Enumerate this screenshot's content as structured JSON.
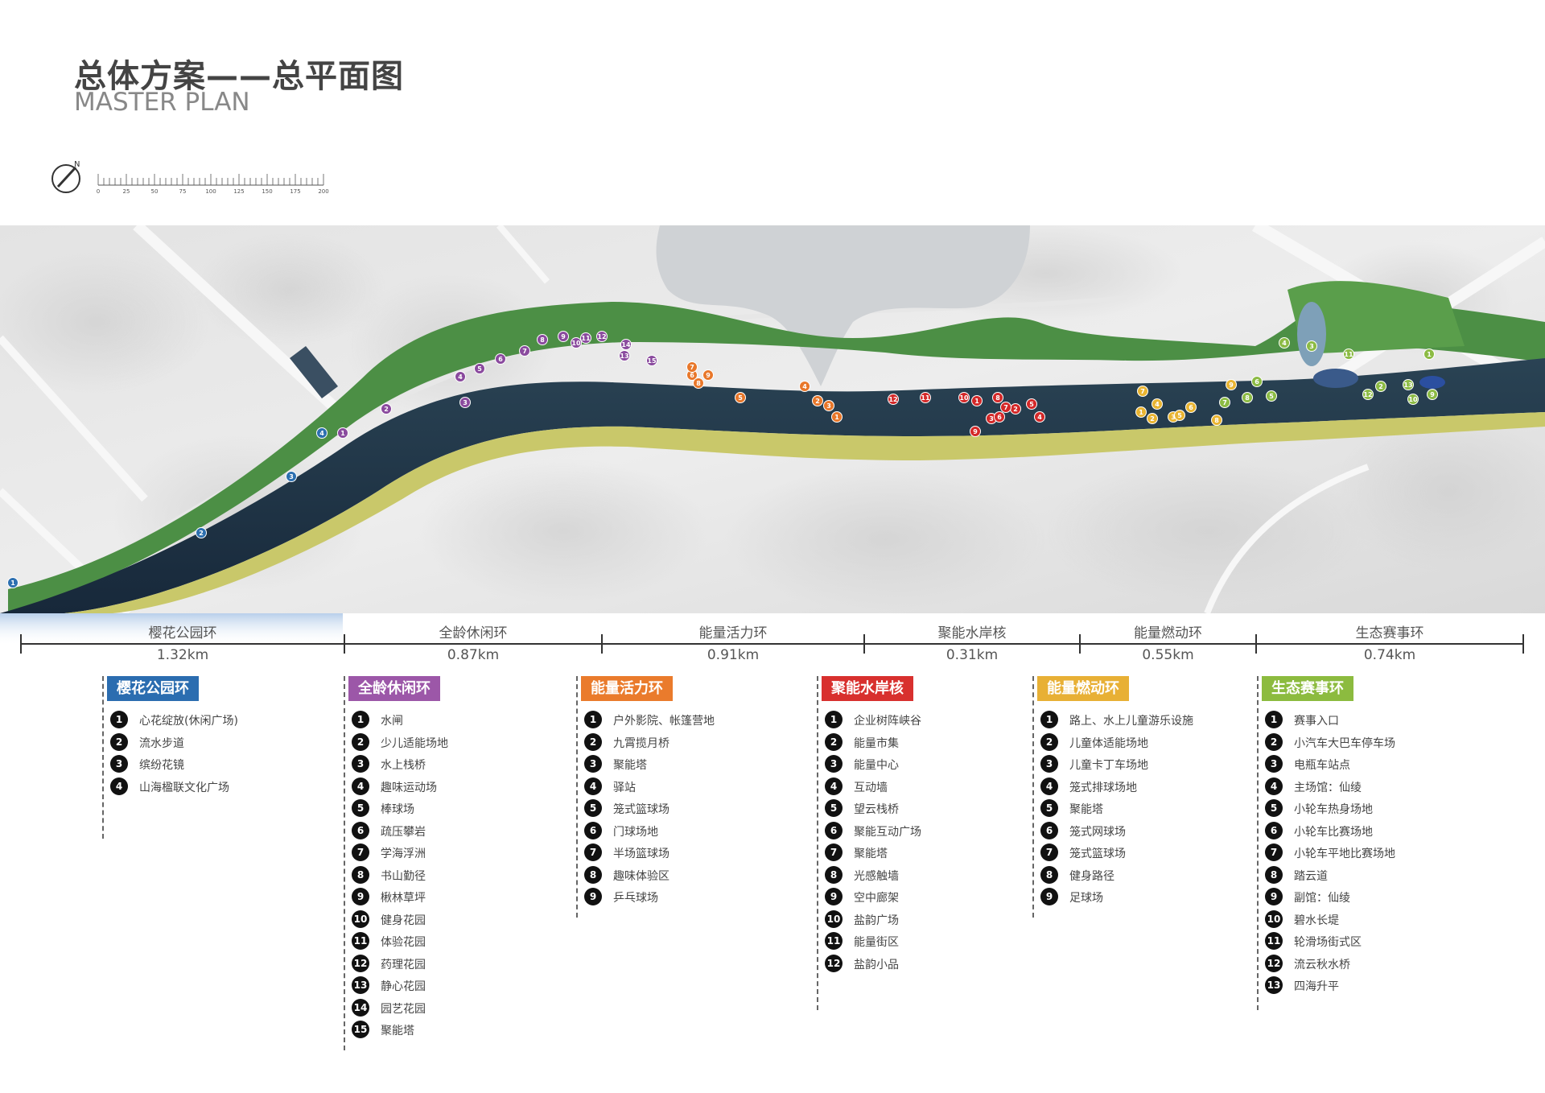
{
  "title": {
    "zh": "总体方案——总平面图",
    "en": "MASTER PLAN"
  },
  "north_label": "N",
  "scale": {
    "ticks": [
      "0",
      "25",
      "50",
      "75",
      "100",
      "125",
      "150",
      "175",
      "200"
    ]
  },
  "colors": {
    "river": "#1f3342",
    "riverbank": "#c9c86a",
    "park": "#3f8a3c",
    "marker_purple": "#8a4a9e",
    "marker_orange": "#e8772a",
    "marker_red": "#d42828",
    "marker_yellow": "#e9b431",
    "marker_green": "#8cbb44",
    "marker_blue": "#2c6fb0"
  },
  "segments": [
    {
      "name": "樱花公园环",
      "length": "1.32km"
    },
    {
      "name": "全龄休闲环",
      "length": "0.87km"
    },
    {
      "name": "能量活力环",
      "length": "0.91km"
    },
    {
      "name": "聚能水岸核",
      "length": "0.31km"
    },
    {
      "name": "能量燃动环",
      "length": "0.55km"
    },
    {
      "name": "生态赛事环",
      "length": "0.74km"
    }
  ],
  "legend": [
    {
      "title": "樱花公园环",
      "color": "#2b6db0",
      "items": [
        "心花绽放(休闲广场)",
        "流水步道",
        "缤纷花镜",
        "山海楹联文化广场"
      ]
    },
    {
      "title": "全龄休闲环",
      "color": "#9c57a8",
      "items": [
        "水闸",
        "少儿适能场地",
        "水上栈桥",
        "趣味运动场",
        "棒球场",
        "疏压攀岩",
        "学海浮洲",
        "书山勤径",
        "楸林草坪",
        "健身花园",
        "体验花园",
        "药理花园",
        "静心花园",
        "园艺花园",
        "聚能塔"
      ]
    },
    {
      "title": "能量活力环",
      "color": "#ea7b2c",
      "items": [
        "户外影院、帐篷营地",
        "九霄揽月桥",
        "聚能塔",
        "驿站",
        "笼式篮球场",
        "门球场地",
        "半场篮球场",
        "趣味体验区",
        "乒乓球场"
      ]
    },
    {
      "title": "聚能水岸核",
      "color": "#d8302e",
      "items": [
        "企业树阵峡谷",
        "能量市集",
        "能量中心",
        "互动墙",
        "望云栈桥",
        "聚能互动广场",
        "聚能塔",
        "光感触墙",
        "空中廊架",
        "盐韵广场",
        "能量街区",
        "盐韵小品"
      ]
    },
    {
      "title": "能量燃动环",
      "color": "#e8b035",
      "items": [
        "路上、水上儿童游乐设施",
        "儿童体适能场地",
        "儿童卡丁车场地",
        "笼式排球场地",
        "聚能塔",
        "笼式网球场",
        "笼式篮球场",
        "健身路径",
        "足球场"
      ]
    },
    {
      "title": "生态赛事环",
      "color": "#8cbb3f",
      "items": [
        "赛事入口",
        "小汽车大巴车停车场",
        "电瓶车站点",
        "主场馆：仙绫",
        "小轮车热身场地",
        "小轮车比赛场地",
        "小轮车平地比赛场地",
        "踏云道",
        "副馆：仙绫",
        "碧水长堤",
        "轮滑场街式区",
        "流云秋水桥",
        "四海升平"
      ]
    }
  ],
  "map_markers": [
    {
      "n": "1",
      "c": "#2c6fb0"
    },
    {
      "n": "2",
      "c": "#2c6fb0"
    },
    {
      "n": "3",
      "c": "#2c6fb0"
    },
    {
      "n": "4",
      "c": "#2c6fb0"
    },
    {
      "n": "1",
      "c": "#8a4a9e"
    },
    {
      "n": "2",
      "c": "#8a4a9e"
    },
    {
      "n": "3",
      "c": "#8a4a9e"
    },
    {
      "n": "4",
      "c": "#8a4a9e"
    },
    {
      "n": "5",
      "c": "#8a4a9e"
    },
    {
      "n": "6",
      "c": "#8a4a9e"
    },
    {
      "n": "7",
      "c": "#8a4a9e"
    },
    {
      "n": "8",
      "c": "#8a4a9e"
    },
    {
      "n": "9",
      "c": "#8a4a9e"
    },
    {
      "n": "10",
      "c": "#8a4a9e"
    },
    {
      "n": "11",
      "c": "#8a4a9e"
    },
    {
      "n": "12",
      "c": "#8a4a9e"
    },
    {
      "n": "13",
      "c": "#8a4a9e"
    },
    {
      "n": "14",
      "c": "#8a4a9e"
    },
    {
      "n": "15",
      "c": "#8a4a9e"
    },
    {
      "n": "1",
      "c": "#e8772a"
    },
    {
      "n": "2",
      "c": "#e8772a"
    },
    {
      "n": "3",
      "c": "#e8772a"
    },
    {
      "n": "4",
      "c": "#e8772a"
    },
    {
      "n": "5",
      "c": "#e8772a"
    },
    {
      "n": "6",
      "c": "#e8772a"
    },
    {
      "n": "7",
      "c": "#e8772a"
    },
    {
      "n": "8",
      "c": "#e8772a"
    },
    {
      "n": "9",
      "c": "#e8772a"
    },
    {
      "n": "1",
      "c": "#d42828"
    },
    {
      "n": "2",
      "c": "#d42828"
    },
    {
      "n": "3",
      "c": "#d42828"
    },
    {
      "n": "4",
      "c": "#d42828"
    },
    {
      "n": "5",
      "c": "#d42828"
    },
    {
      "n": "6",
      "c": "#d42828"
    },
    {
      "n": "7",
      "c": "#d42828"
    },
    {
      "n": "8",
      "c": "#d42828"
    },
    {
      "n": "9",
      "c": "#d42828"
    },
    {
      "n": "10",
      "c": "#d42828"
    },
    {
      "n": "11",
      "c": "#d42828"
    },
    {
      "n": "12",
      "c": "#d42828"
    },
    {
      "n": "1",
      "c": "#e9b431"
    },
    {
      "n": "2",
      "c": "#e9b431"
    },
    {
      "n": "3",
      "c": "#e9b431"
    },
    {
      "n": "4",
      "c": "#e9b431"
    },
    {
      "n": "5",
      "c": "#e9b431"
    },
    {
      "n": "6",
      "c": "#e9b431"
    },
    {
      "n": "7",
      "c": "#e9b431"
    },
    {
      "n": "8",
      "c": "#e9b431"
    },
    {
      "n": "9",
      "c": "#e9b431"
    },
    {
      "n": "1",
      "c": "#8cbb44"
    },
    {
      "n": "2",
      "c": "#8cbb44"
    },
    {
      "n": "3",
      "c": "#8cbb44"
    },
    {
      "n": "4",
      "c": "#8cbb44"
    },
    {
      "n": "5",
      "c": "#8cbb44"
    },
    {
      "n": "6",
      "c": "#8cbb44"
    },
    {
      "n": "7",
      "c": "#8cbb44"
    },
    {
      "n": "8",
      "c": "#8cbb44"
    },
    {
      "n": "9",
      "c": "#8cbb44"
    },
    {
      "n": "10",
      "c": "#8cbb44"
    },
    {
      "n": "11",
      "c": "#8cbb44"
    },
    {
      "n": "12",
      "c": "#8cbb44"
    },
    {
      "n": "13",
      "c": "#8cbb44"
    }
  ]
}
